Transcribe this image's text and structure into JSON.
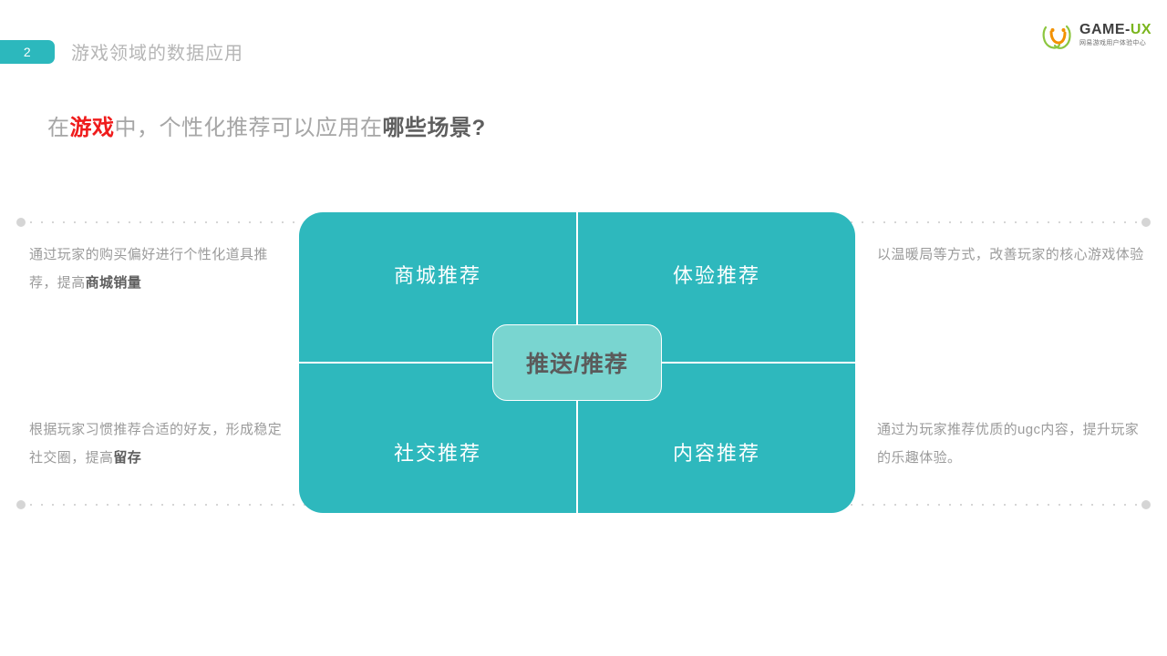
{
  "header": {
    "page_number": "2",
    "title": "游戏领域的数据应用",
    "badge_color": "#2cb8bd"
  },
  "logo": {
    "name_dark": "GAME-",
    "name_green": "UX",
    "subtitle": "网易游戏用户体验中心",
    "mark_name": "game-ux-swirl-icon",
    "green": "#7ab51d",
    "orange": "#f29100"
  },
  "slide_title": {
    "part1": "在",
    "highlight": "游戏",
    "part2": "中，个性化推荐可以应用在",
    "strong": "哪些场景?",
    "highlight_color": "#ef1c1c"
  },
  "diagram": {
    "center_label": "推送/推荐",
    "fill_color": "#2eb8bd",
    "center_color": "#79d5d0",
    "quadrants": [
      {
        "key": "top-left",
        "label": "商城推荐"
      },
      {
        "key": "top-right",
        "label": "体验推荐"
      },
      {
        "key": "bottom-left",
        "label": "社交推荐"
      },
      {
        "key": "bottom-right",
        "label": "内容推荐"
      }
    ]
  },
  "captions": {
    "left_top": {
      "text": "通过玩家的购买偏好进行个性化道具推荐，提高",
      "strong": "商城销量"
    },
    "left_bottom": {
      "text": "根据玩家习惯推荐合适的好友，形成稳定社交圈，提高",
      "strong": "留存"
    },
    "right_top": {
      "text": "以温暖局等方式，改善玩家的核心游戏体验",
      "strong": ""
    },
    "right_bottom": {
      "text": "通过为玩家推荐优质的ugc内容，提升玩家的乐趣体验。",
      "strong": ""
    }
  }
}
